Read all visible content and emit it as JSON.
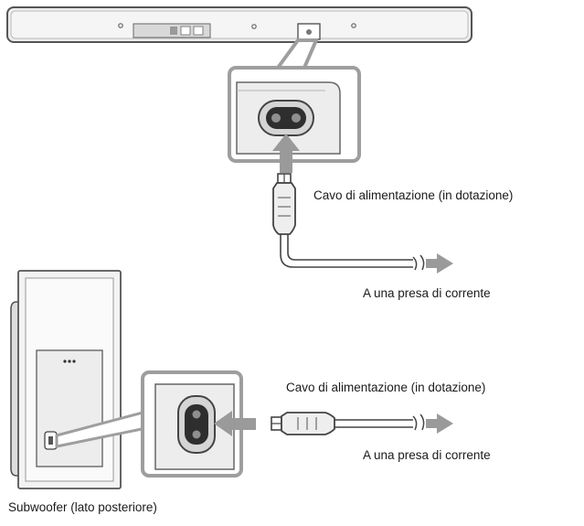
{
  "labels": {
    "cable_top": "Cavo di alimentazione (in dotazione)",
    "outlet_top": "A una presa di corrente",
    "cable_bottom": "Cavo di alimentazione (in dotazione)",
    "outlet_bottom": "A una presa di corrente",
    "subwoofer": "Subwoofer (lato posteriore)"
  },
  "colors": {
    "line": "#555555",
    "panel": "#e6e6e6",
    "callout": "#9e9e9e",
    "body": "#f3f3f3",
    "arrow": "#9a9a9a"
  },
  "icons": [
    "power-socket-icon",
    "power-plug-icon",
    "arrow-icon",
    "wave-break-icon"
  ]
}
